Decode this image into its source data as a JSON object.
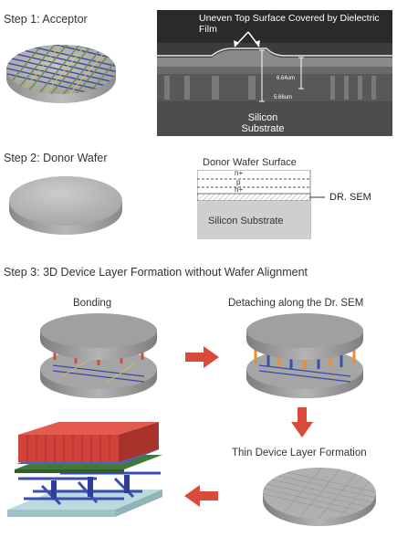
{
  "step1": {
    "title": "Step 1: Acceptor",
    "sem_caption_line1": "Uneven Top Surface Covered by Dielectric",
    "sem_caption_line2": "Film",
    "measure_1": "6.64um",
    "measure_2": "5.66um",
    "substrate_line1": "Silicon",
    "substrate_line2": "Substrate"
  },
  "step2": {
    "title": "Step 2: Donor Wafer",
    "surface_label": "Donor Wafer Surface",
    "layer_n_top": "n+",
    "layer_p": "p",
    "layer_n_bottom": "n+",
    "semlayer_label": "DR. SEM",
    "substrate_label": "Silicon Substrate"
  },
  "step3": {
    "title": "Step 3: 3D Device Layer Formation without Wafer Alignment",
    "bonding_label": "Bonding",
    "detaching_label": "Detaching along the Dr. SEM",
    "thin_layer_label": "Thin Device Layer Formation"
  },
  "colors": {
    "wafer": "#a9a9a9",
    "arrow": "#d94a3a",
    "sem_bg": "#4a4a4a",
    "red_block": "#d0423a",
    "blue_line": "#3a4fb0"
  }
}
